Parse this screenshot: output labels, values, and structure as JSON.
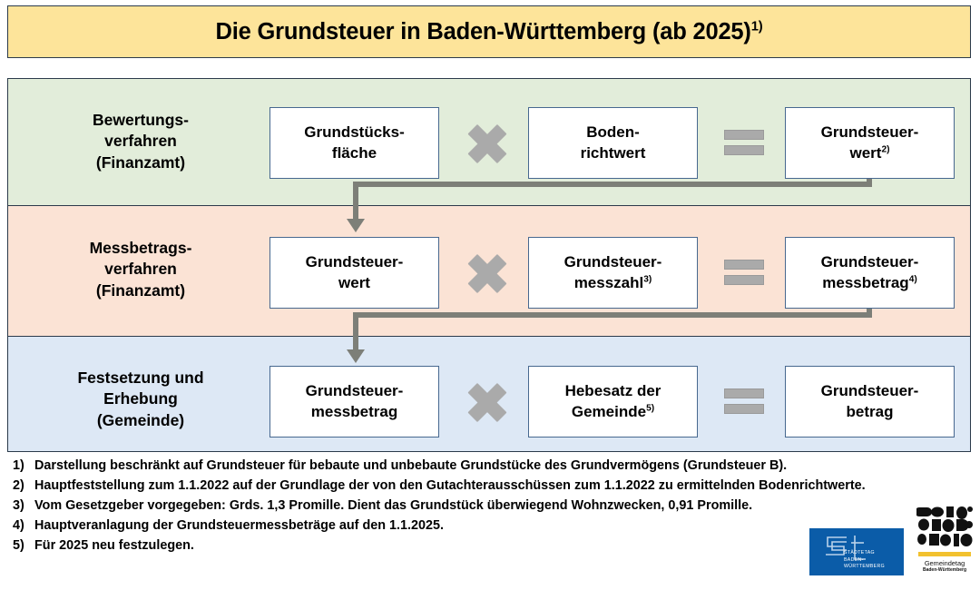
{
  "title": {
    "text": "Die Grundsteuer in Baden-Württemberg (ab 2025)",
    "superscript": "1)"
  },
  "colors": {
    "title_bg": "#fde49a",
    "band_valuation": "#e2edda",
    "band_assessment": "#fbe3d5",
    "band_levy": "#dde8f5",
    "box_border": "#47688f",
    "operator_gray": "#aaaaaa",
    "connector_gray": "#7d7f78",
    "logo_blue": "#0b5ca8",
    "logo_yellow": "#f2c12e"
  },
  "rows": [
    {
      "label": "Bewertungs-\nverfahren\n(Finanzamt)",
      "label_lines": [
        "Bewertungs-",
        "verfahren",
        "(Finanzamt)"
      ],
      "operand_a": {
        "lines": [
          "Grundstücks-",
          "fläche"
        ],
        "superscript": ""
      },
      "operator_1": "×",
      "operand_b": {
        "lines": [
          "Boden-",
          "richtwert"
        ],
        "superscript": ""
      },
      "operator_2": "=",
      "result": {
        "lines": [
          "Grundsteuer-",
          "wert"
        ],
        "superscript": "2)"
      }
    },
    {
      "label": "Messbetrags-\nverfahren\n(Finanzamt)",
      "label_lines": [
        "Messbetrags-",
        "verfahren",
        "(Finanzamt)"
      ],
      "operand_a": {
        "lines": [
          "Grundsteuer-",
          "wert"
        ],
        "superscript": ""
      },
      "operator_1": "×",
      "operand_b": {
        "lines": [
          "Grundsteuer-",
          "messzahl"
        ],
        "superscript": "3)"
      },
      "operator_2": "=",
      "result": {
        "lines": [
          "Grundsteuer-",
          "messbetrag"
        ],
        "superscript": "4)"
      }
    },
    {
      "label": "Festsetzung und\nErhebung\n(Gemeinde)",
      "label_lines": [
        "Festsetzung und",
        "Erhebung",
        "(Gemeinde)"
      ],
      "operand_a": {
        "lines": [
          "Grundsteuer-",
          "messbetrag"
        ],
        "superscript": ""
      },
      "operator_1": "×",
      "operand_b": {
        "lines": [
          "Hebesatz der",
          "Gemeinde"
        ],
        "superscript": "5)"
      },
      "operator_2": "=",
      "result": {
        "lines": [
          "Grundsteuer-",
          "betrag"
        ],
        "superscript": ""
      }
    }
  ],
  "footnotes": [
    {
      "num": "1)",
      "text": "Darstellung beschränkt auf Grundsteuer für bebaute und unbebaute Grundstücke des Grundvermögens (Grundsteuer B)."
    },
    {
      "num": "2)",
      "text": "Hauptfeststellung zum 1.1.2022 auf der Grundlage der von den Gutachterausschüssen zum 1.1.2022 zu ermittelnden Bodenrichtwerte."
    },
    {
      "num": "3)",
      "text": "Vom Gesetzgeber vorgegeben: Grds. 1,3 Promille. Dient das Grundstück überwiegend Wohnzwecken, 0,91 Promille."
    },
    {
      "num": "4)",
      "text": "Hauptveranlagung der Grundsteuermessbeträge auf den 1.1.2025."
    },
    {
      "num": "5)",
      "text": "Für 2025 neu festzulegen."
    }
  ],
  "logos": {
    "staedtetag": {
      "monogram": "St",
      "caption_line1": "STÄDTETAG",
      "caption_line2": "BADEN-WÜRTTEMBERG"
    },
    "gemeindetag": {
      "caption_line1": "Gemeindetag",
      "caption_line2": "Baden-Württemberg"
    }
  }
}
